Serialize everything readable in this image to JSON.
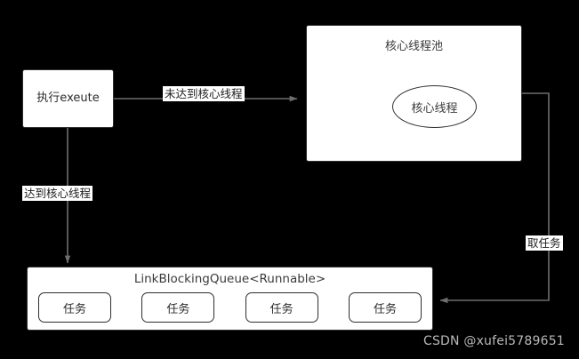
{
  "diagram": {
    "background_color": "#000000",
    "node_fill": "#ffffff",
    "stroke_color": "#2e2e33",
    "wire_color": "#6e6e6e",
    "execute": {
      "label": "执行exeute"
    },
    "pool": {
      "title": "核心线程池",
      "core_thread": "核心线程"
    },
    "queue": {
      "title": "LinkBlockingQueue<Runnable>",
      "tasks": [
        {
          "label": "任务"
        },
        {
          "label": "任务"
        },
        {
          "label": "任务"
        },
        {
          "label": "任务"
        }
      ]
    },
    "edges": {
      "not_reach_core": "未达到核心线程",
      "reach_core": "达到核心线程",
      "take_task": "取任务"
    }
  },
  "watermark": {
    "text": "CSDN @xufei5789651",
    "color": "#b9b9b9"
  }
}
